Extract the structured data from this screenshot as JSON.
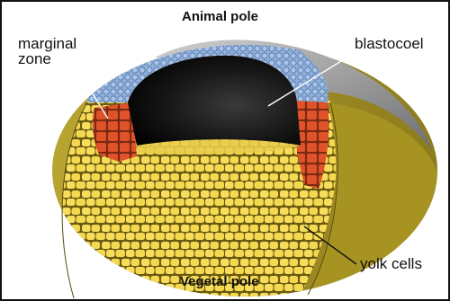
{
  "diagram": {
    "labels": {
      "animal_pole": "Animal pole",
      "vegetal_pole": "Vegetal pole",
      "marginal_zone": "marginal\nzone",
      "blastocoel": "blastocoel",
      "yolk_cells": "yolk cells"
    },
    "colors": {
      "animal_cap_cells": "#8fb0dc",
      "marginal_zone_cells": "#e0522a",
      "yolk_cells": "#f6de5c",
      "outer_yolk_surface": "#c9b340",
      "blastocoel_cavity": "#1a1a1a",
      "grey_outer_surface": "#9c9c9c",
      "cell_borders": "#5a4a10"
    }
  }
}
